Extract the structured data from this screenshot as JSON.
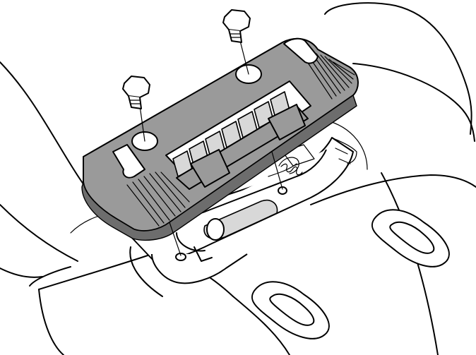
{
  "figure": {
    "description_visible_text": "",
    "colors": {
      "line": "#000000",
      "background": "#ffffff",
      "part_fill": "#9a9a9a",
      "part_shade": "#6d6d6d"
    },
    "parts": [
      {
        "name": "cover-plate",
        "count": 1
      },
      {
        "name": "screw",
        "count": 2
      },
      {
        "name": "slotted-hole",
        "count": 2
      }
    ]
  }
}
